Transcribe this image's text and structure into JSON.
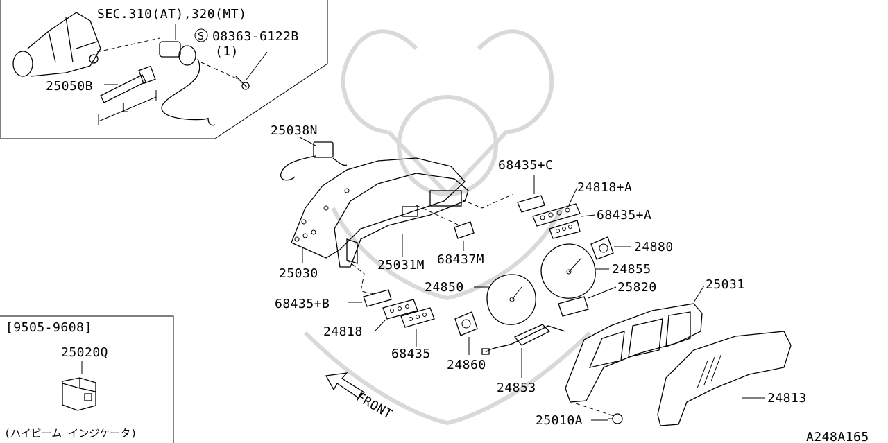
{
  "diagram": {
    "labels": {
      "sec_ref": "SEC.310(AT),320(MT)",
      "bolt_s": "S",
      "bolt_part": "08363-6122B",
      "bolt_qty": "(1)",
      "p25050B": "25050B",
      "dim_L": "L",
      "p25038N": "25038N",
      "p25030": "25030",
      "p25031M": "25031M",
      "p68437M": "68437M",
      "p68435C": "68435+C",
      "p24818A": "24818+A",
      "p68435A": "68435+A",
      "p24880": "24880",
      "p24855": "24855",
      "p25820": "25820",
      "p25031": "25031",
      "p24850": "24850",
      "p68435B": "68435+B",
      "p24818": "24818",
      "p68435": "68435",
      "p24860": "24860",
      "p24853": "24853",
      "p24813": "24813",
      "p25010A": "25010A",
      "front": "FRONT",
      "inset_date": "[9505-9608]",
      "p25020Q": "25020Q",
      "inset_caption": "(ハイビーム インジケータ)",
      "figure_code": "A248A165"
    }
  }
}
